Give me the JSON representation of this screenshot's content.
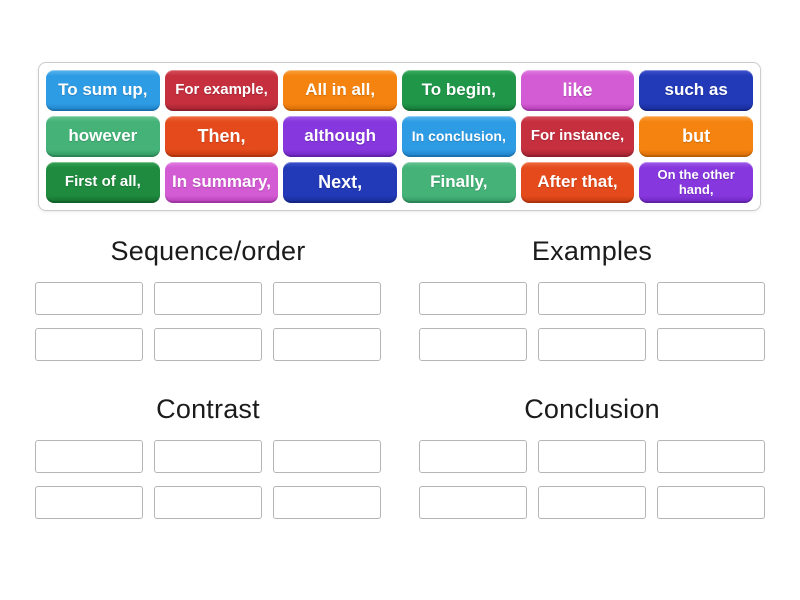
{
  "tray": {
    "tiles": [
      {
        "label": "To sum up,",
        "color": "blue"
      },
      {
        "label": "For example,",
        "color": "crimson"
      },
      {
        "label": "All in all,",
        "color": "orange"
      },
      {
        "label": "To begin,",
        "color": "green"
      },
      {
        "label": "like",
        "color": "orchid"
      },
      {
        "label": "such as",
        "color": "navy"
      },
      {
        "label": "however",
        "color": "seagreen"
      },
      {
        "label": "Then,",
        "color": "redorange"
      },
      {
        "label": "although",
        "color": "purple"
      },
      {
        "label": "In conclusion,",
        "color": "blue"
      },
      {
        "label": "For instance,",
        "color": "crimson"
      },
      {
        "label": "but",
        "color": "orange"
      },
      {
        "label": "First of all,",
        "color": "darkgreen"
      },
      {
        "label": "In summary,",
        "color": "orchid"
      },
      {
        "label": "Next,",
        "color": "navy"
      },
      {
        "label": "Finally,",
        "color": "seagreen"
      },
      {
        "label": "After that,",
        "color": "redorange"
      },
      {
        "label": "On the other hand,",
        "color": "purple"
      }
    ]
  },
  "groups": [
    {
      "title": "Sequence/order",
      "slots": 6
    },
    {
      "title": "Examples",
      "slots": 6
    },
    {
      "title": "Contrast",
      "slots": 6
    },
    {
      "title": "Conclusion",
      "slots": 6
    }
  ],
  "colors": {
    "blue": {
      "base": "#2e9ce4",
      "light": "#5cb5ee",
      "dark": "#1c7ec4"
    },
    "crimson": {
      "base": "#c52f3e",
      "light": "#d84f5c",
      "dark": "#9e2230"
    },
    "orange": {
      "base": "#f5830f",
      "light": "#f9a342",
      "dark": "#d26a06"
    },
    "green": {
      "base": "#1f9648",
      "light": "#3fae64",
      "dark": "#157536"
    },
    "orchid": {
      "base": "#d35bd3",
      "light": "#e27ee3",
      "dark": "#b13ab4"
    },
    "navy": {
      "base": "#2239b8",
      "light": "#4156cb",
      "dark": "#162a92"
    },
    "seagreen": {
      "base": "#45b378",
      "light": "#67c392",
      "dark": "#2f9460"
    },
    "redorange": {
      "base": "#e54a1c",
      "light": "#ee6d40",
      "dark": "#c0380e"
    },
    "purple": {
      "base": "#8637de",
      "light": "#9f5ce9",
      "dark": "#6b24bc"
    },
    "darkgreen": {
      "base": "#1e8b3e",
      "light": "#36a355",
      "dark": "#126c2e"
    }
  }
}
